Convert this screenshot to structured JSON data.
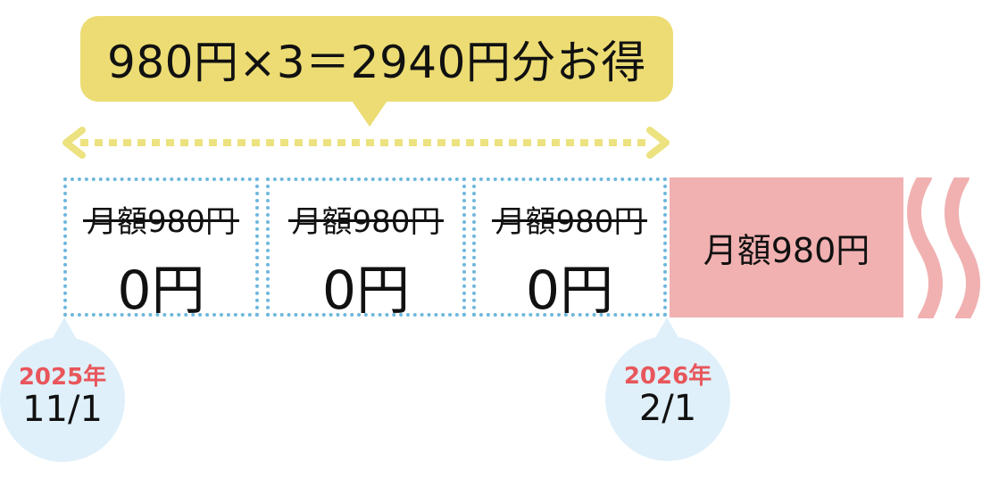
{
  "bubble": {
    "text": "980円×3＝2940円分お得"
  },
  "months": [
    {
      "old_price": "月額980円",
      "new_price": "0円"
    },
    {
      "old_price": "月額980円",
      "new_price": "0円"
    },
    {
      "old_price": "月額980円",
      "new_price": "0円"
    }
  ],
  "paid_month": {
    "price": "月額980円"
  },
  "start_date": {
    "year": "2025年",
    "day": "11/1"
  },
  "end_date": {
    "year": "2026年",
    "day": "2/1"
  },
  "colors": {
    "bubble": "#ecdc73",
    "arrow": "#ece27f",
    "dots": "#6fb7dc",
    "pink": "#f1b1b1",
    "circle": "#dff0fa",
    "year": "#e8565b"
  }
}
